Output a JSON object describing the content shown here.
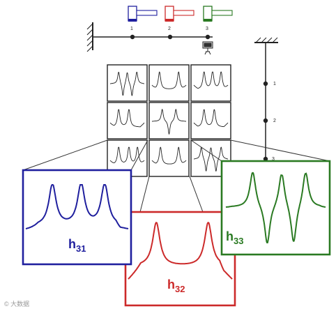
{
  "colors": {
    "blue": "#1f1f9e",
    "red": "#cc2a2a",
    "green": "#2a7a22",
    "ink": "#222222",
    "watermark": "#999999"
  },
  "beam": {
    "node_labels": [
      "1",
      "2",
      "3"
    ]
  },
  "column": {
    "node_labels": [
      "1",
      "2",
      "3"
    ]
  },
  "matrix": {
    "rows": 3,
    "cols": 3
  },
  "zoom": [
    {
      "id": "h31",
      "letter": "h",
      "subscript": "31",
      "color": "blue",
      "peak_count": 3,
      "shape": "peaks"
    },
    {
      "id": "h32",
      "letter": "h",
      "subscript": "32",
      "color": "red",
      "peak_count": 2,
      "shape": "peaks"
    },
    {
      "id": "h33",
      "letter": "h",
      "subscript": "33",
      "color": "green",
      "peak_count": 3,
      "shape": "peaks-antiresonance"
    }
  ],
  "watermark": {
    "text": "© 大数据"
  }
}
